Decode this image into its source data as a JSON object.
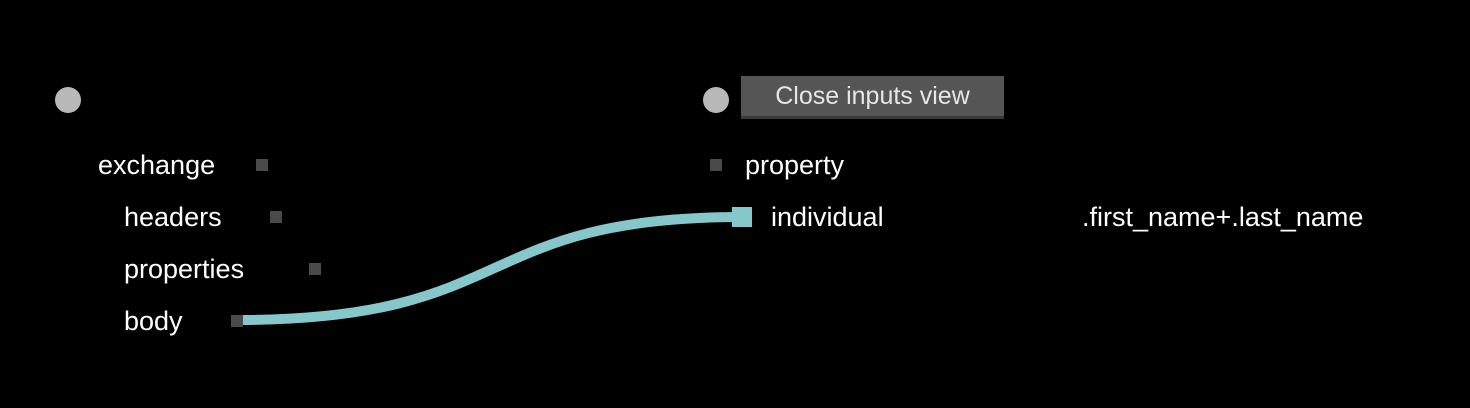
{
  "colors": {
    "background": "#000000",
    "link": "#86c7cc",
    "port": "#4a4a4a",
    "handle": "#b9b9b9",
    "button": "#555555"
  },
  "source_panel": {
    "handle_icon": "circle-handle-icon",
    "fields": [
      {
        "label": "exchange",
        "connected": false
      },
      {
        "label": "headers",
        "connected": false
      },
      {
        "label": "properties",
        "connected": false
      },
      {
        "label": "body",
        "connected": true
      }
    ]
  },
  "target_panel": {
    "handle_icon": "circle-handle-icon",
    "close_button_label": "Close inputs view",
    "fields": [
      {
        "label": "property",
        "connected": false
      },
      {
        "label": "individual",
        "connected": true,
        "expression": ".first_name+.last_name"
      }
    ]
  },
  "links": [
    {
      "from": "body",
      "to": "individual"
    }
  ]
}
